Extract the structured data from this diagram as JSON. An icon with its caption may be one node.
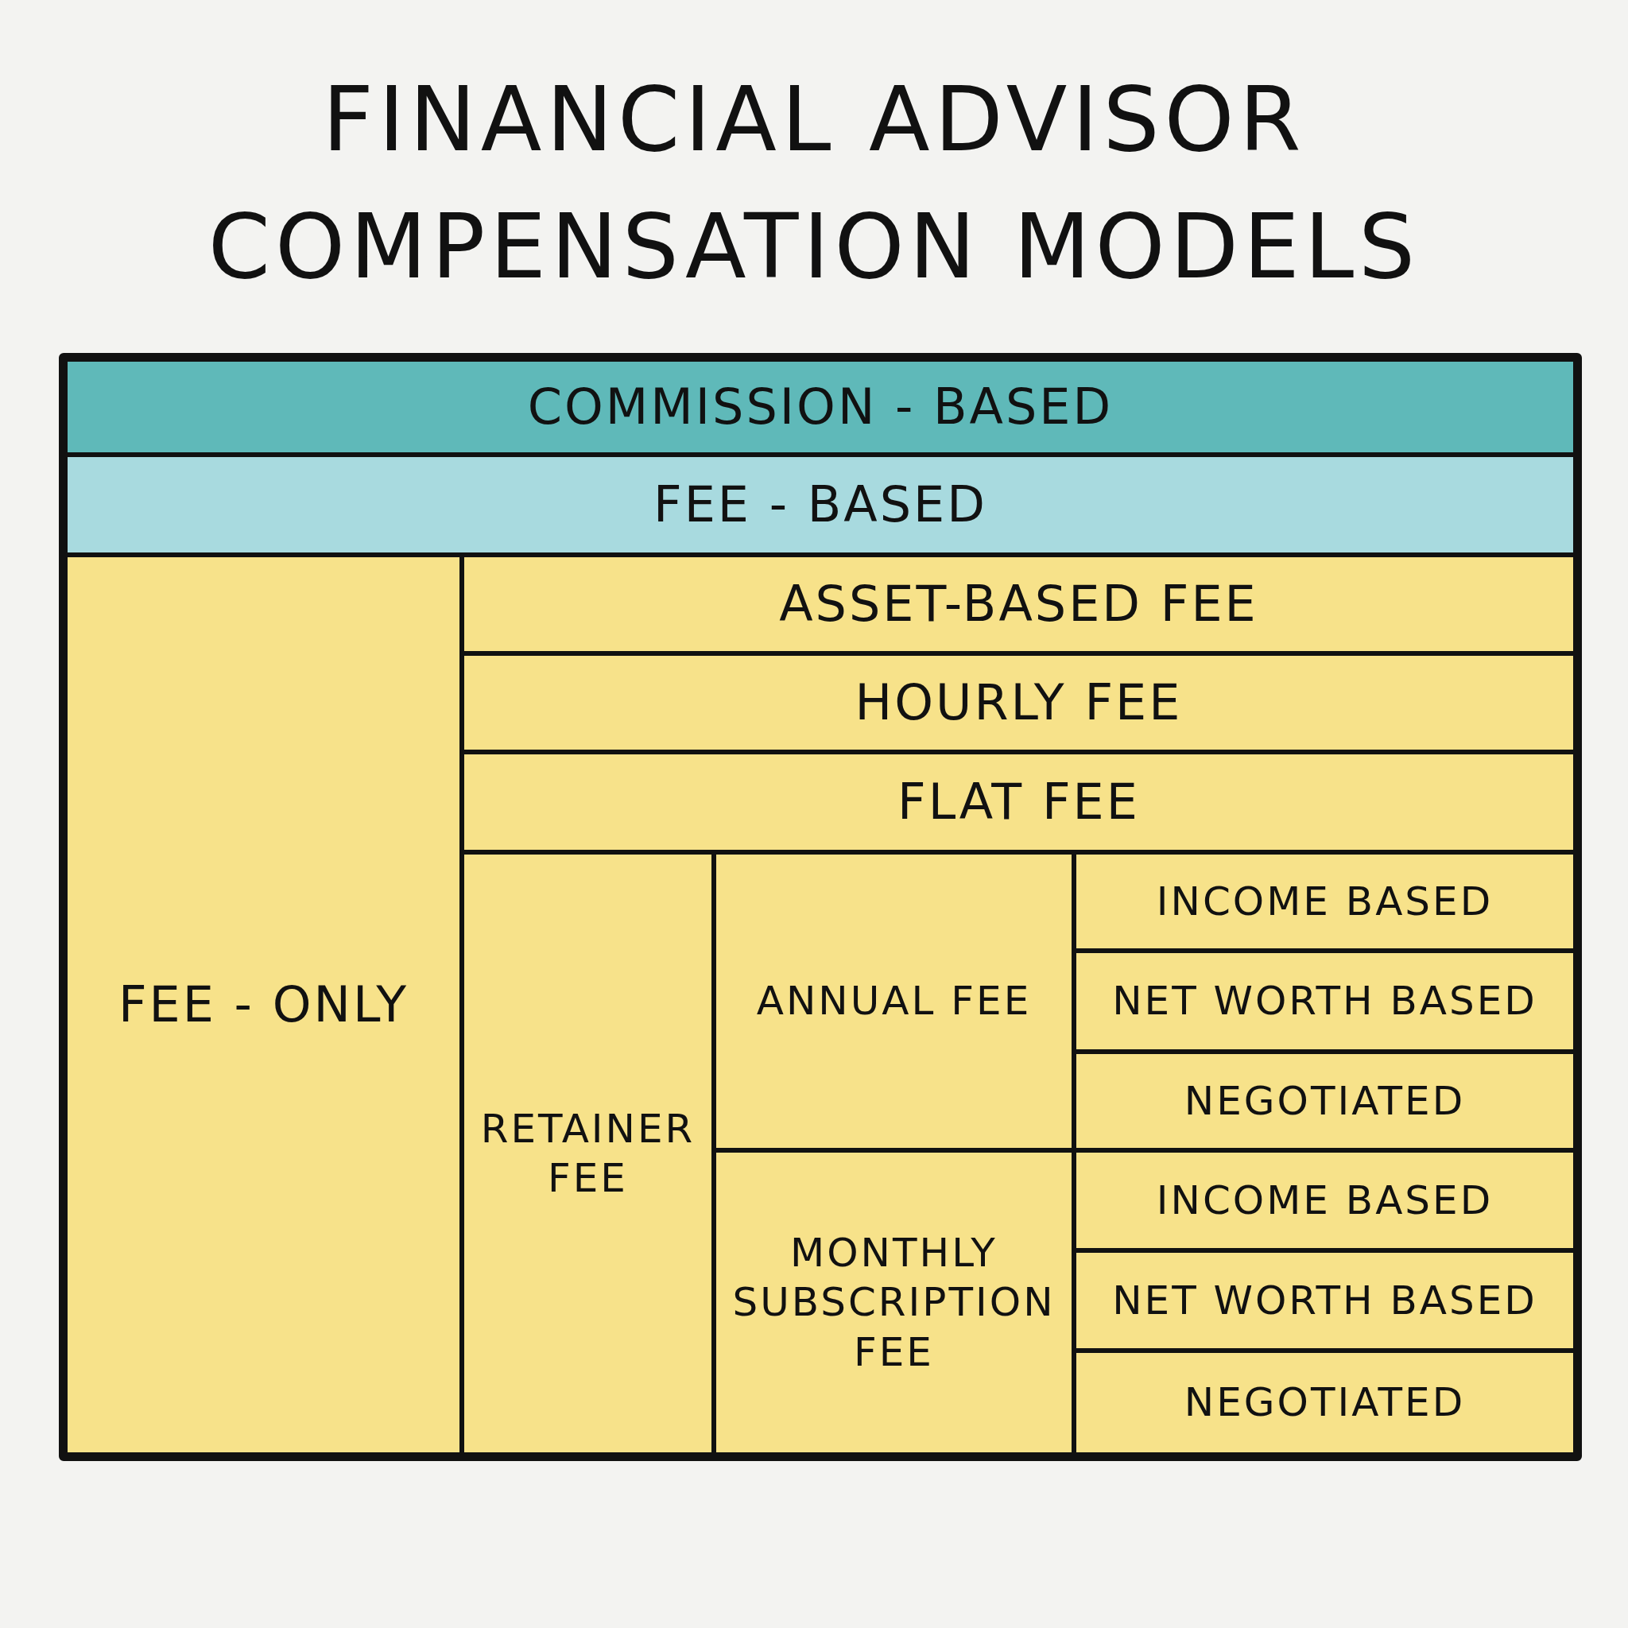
{
  "diagram": {
    "title": "FINANCIAL ADVISOR COMPENSATION MODELS",
    "nodes": [
      {
        "text": [
          "COMMISSION - BASED"
        ]
      },
      {
        "text": [
          "FEE - BASED"
        ]
      },
      {
        "text": [
          "FEE - ONLY"
        ]
      },
      {
        "text": [
          "ASSET-BASED FEE"
        ]
      },
      {
        "text": [
          "HOURLY FEE"
        ]
      },
      {
        "text": [
          "FLAT FEE"
        ]
      },
      {
        "text": [
          "RETAINER FEE"
        ]
      },
      {
        "text": [
          "ANNUAL FEE"
        ]
      },
      {
        "text": [
          "INCOME BASED"
        ]
      },
      {
        "text": [
          "NET WORTH BASED"
        ]
      },
      {
        "text": [
          "NEGOTIATED"
        ]
      },
      {
        "text": [
          "MONTHLY SUBSCRIPTION FEE"
        ]
      },
      {
        "text": [
          "INCOME BASED"
        ]
      },
      {
        "text": [
          "NET WORTH BASED"
        ]
      },
      {
        "text": [
          "NEGOTIATED"
        ]
      }
    ],
    "edges": []
  }
}
